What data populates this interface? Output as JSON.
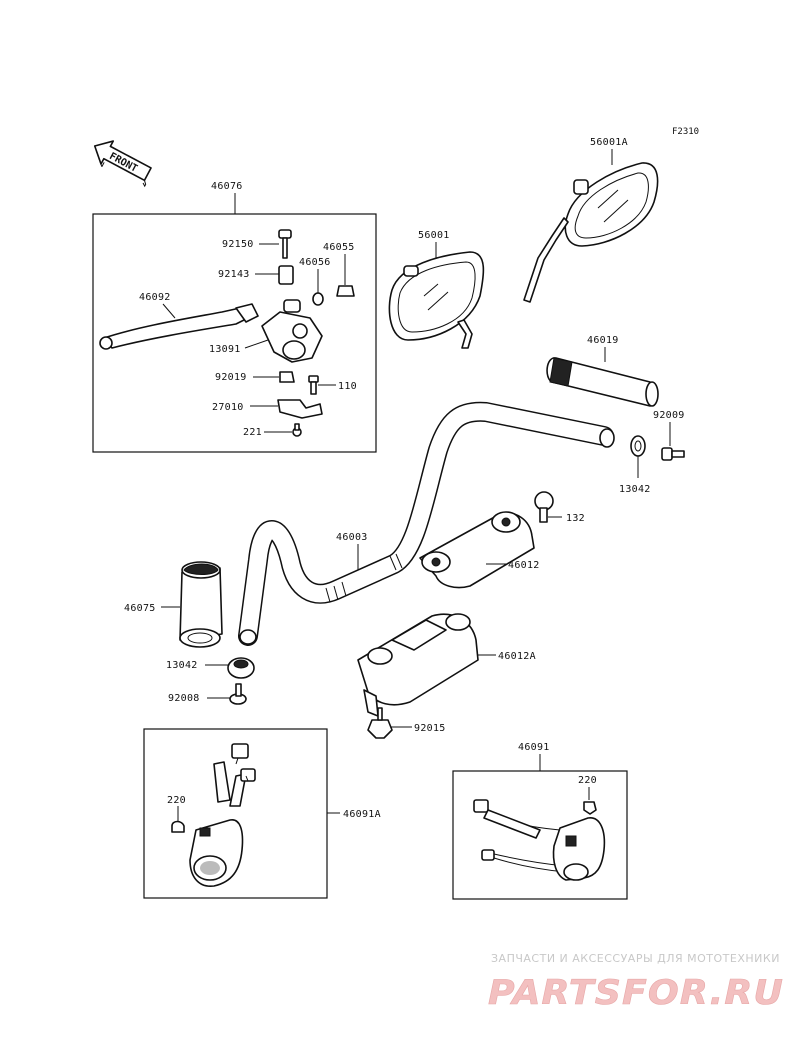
{
  "figure_code": "F2310",
  "front_label": "FRONT",
  "watermark": {
    "tagline": "ЗАПЧАСТИ И АКСЕССУАРЫ ДЛЯ МОТОТЕХНИКИ",
    "brand": "PARTSFOR.RU"
  },
  "parts": {
    "lever_assy": "46076",
    "bolt_92150": "92150",
    "collar_92143": "92143",
    "nut_46055": "46055",
    "washer_46056": "46056",
    "lever_46092": "46092",
    "holder_13091": "13091",
    "nut_92019": "92019",
    "screw_110": "110",
    "switch_27010": "27010",
    "screw_221": "221",
    "mirror_left": "56001",
    "mirror_right": "56001A",
    "grip_right": "46019",
    "bolt_92009": "92009",
    "weight_right": "13042",
    "bolt_132": "132",
    "handlebar": "46003",
    "holder_upper": "46012",
    "holder_lower": "46012A",
    "grip_left": "46075",
    "weight_left": "13042",
    "bolt_92008": "92008",
    "nut_92015": "92015",
    "switch_left": "46091A",
    "screw_220_left": "220",
    "switch_right": "46091",
    "screw_220_right": "220"
  }
}
